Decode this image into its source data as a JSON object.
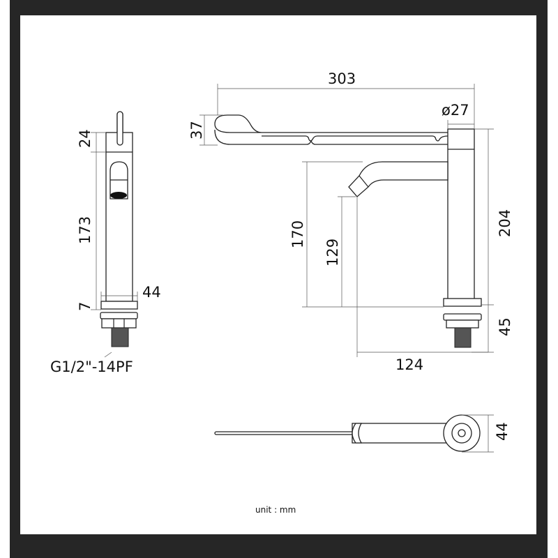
{
  "drawing": {
    "side_view": {
      "dim_cap": "24",
      "dim_body": "173",
      "dim_collar": "7",
      "dim_width": "44",
      "thread_label": "G1/2\"-14PF"
    },
    "front_view": {
      "dim_lever_length": "303",
      "dim_diameter": "ø27",
      "dim_lever_height": "37",
      "dim_total_height": "204",
      "dim_spout_top": "170",
      "dim_spout_outlet": "129",
      "dim_reach": "124",
      "dim_thread_length": "45"
    },
    "top_view": {
      "dim_base": "44"
    },
    "unit_label": "unit : mm"
  }
}
